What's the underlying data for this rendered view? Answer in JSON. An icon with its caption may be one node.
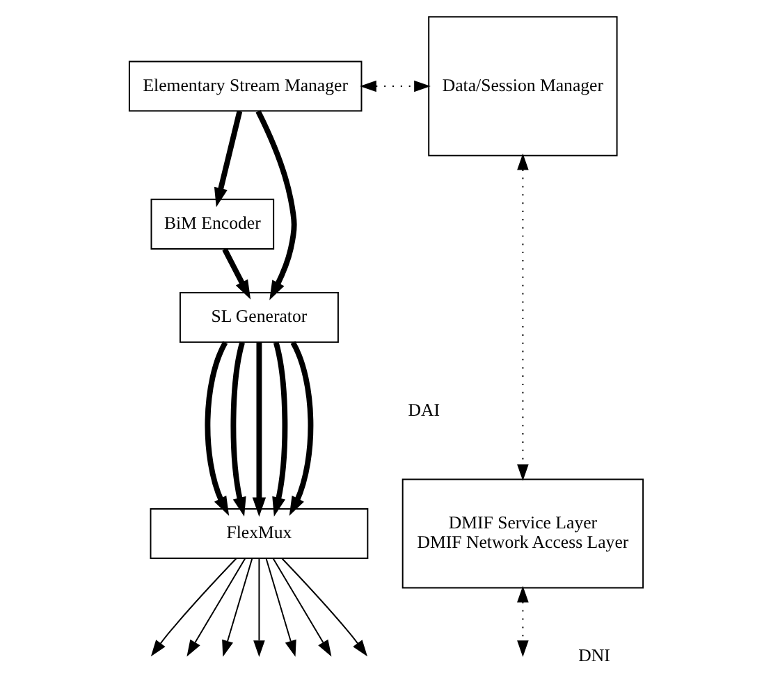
{
  "diagram": {
    "nodes": [
      {
        "text": [
          "Elementary Stream Manager"
        ]
      },
      {
        "text": [
          "BiM Encoder"
        ]
      },
      {
        "text": [
          "SL Generator"
        ]
      },
      {
        "text": [
          "FlexMux"
        ]
      },
      {
        "text": [
          "Data/Session Manager"
        ]
      },
      {
        "text": [
          "DMIF Service Layer",
          "DMIF Network Access Layer"
        ]
      }
    ],
    "edges": [
      {
        "from": 0,
        "to": 2,
        "arrow": "to",
        "style": "thick"
      },
      {
        "from": 0,
        "to": 1,
        "arrow": "to",
        "style": "thick"
      },
      {
        "from": 1,
        "to": 2,
        "arrow": "to",
        "style": "thick"
      },
      {
        "from": 2,
        "to": 3,
        "arrow": "to",
        "style": "thick"
      },
      {
        "from": 2,
        "to": 3,
        "arrow": "to",
        "style": "thick"
      },
      {
        "from": 2,
        "to": 3,
        "arrow": "to",
        "style": "thick"
      },
      {
        "from": 2,
        "to": 3,
        "arrow": "to",
        "style": "thick"
      },
      {
        "from": 2,
        "to": 3,
        "arrow": "to",
        "style": "thick"
      },
      {
        "from": 3,
        "to": null,
        "arrow": "to"
      },
      {
        "from": 3,
        "to": null,
        "arrow": "to"
      },
      {
        "from": 3,
        "to": null,
        "arrow": "to"
      },
      {
        "from": 3,
        "to": null,
        "arrow": "to"
      },
      {
        "from": 3,
        "to": null,
        "arrow": "to"
      },
      {
        "from": 3,
        "to": null,
        "arrow": "to"
      },
      {
        "from": 3,
        "to": null,
        "arrow": "to"
      },
      {
        "from": 0,
        "to": 4,
        "arrow": "both",
        "style": "dashed"
      },
      {
        "from": 4,
        "to": 5,
        "arrow": "both",
        "style": "dashed"
      },
      {
        "from": 5,
        "to": null,
        "arrow": "both",
        "style": "dashed"
      }
    ],
    "labels": [
      "DAI",
      "DNI"
    ]
  }
}
